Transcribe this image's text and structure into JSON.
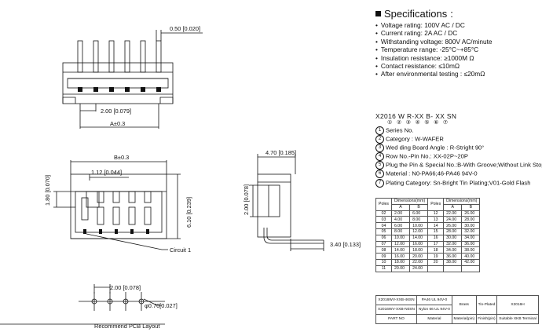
{
  "drawing": {
    "pitch_dim": "0.50 [0.020]",
    "pin_pitch_dim": "2.00 [0.079]",
    "dim_a": "A±0.3",
    "dim_b": "B±0.3",
    "dim_112": "1.12 [0.044]",
    "dim_180": "1.80 [0.070]",
    "dim_610": "6.10 [0.239]",
    "circuit1": "Circuit 1",
    "dim_470": "4.70 [0.185]",
    "dim_200v": "2.00 [0.078]",
    "dim_340": "3.40 [0.133]",
    "pcb_pitch": "2.00 [0.078]",
    "hole_dia": "φ0.70[0.027]",
    "pcb_title": "Recommend PCB Layout"
  },
  "specs": {
    "title": "Specifications",
    "items": [
      "Voltage rating: 100V AC / DC",
      "Current rating: 2A  AC / DC",
      "Withstanding voltage: 800V AC/minute",
      "Temperature range:  -25°C~+85°C",
      "Insulation resistance: ≥1000M Ω",
      "Contact resistance: ≤10mΩ",
      "After environmental testing : ≤20mΩ"
    ]
  },
  "order_code": {
    "code": "X2016 W R-XX B- XX SN",
    "circles": "① ② ③ ④ ⑤ ⑥ ⑦",
    "items": [
      {
        "num": "1",
        "text": "Series No."
      },
      {
        "num": "2",
        "text": "Category : W-WAFER"
      },
      {
        "num": "3",
        "text": "Wed ding Board Angle : R-Stright 90°"
      },
      {
        "num": "4",
        "text": "Row No.-Pin No.: XX-02P~20P"
      },
      {
        "num": "5",
        "text": "Plug the  Pin & Special No.:B-With Groove;Without Link Stopper"
      },
      {
        "num": "6",
        "text": "Material :  N0-PA66;46-PA46  94V-0"
      },
      {
        "num": "7",
        "text": "Plating Category:  Sn-Bright Tin Plating;V01-Gold Flash"
      }
    ]
  },
  "dim_table": {
    "poles_label": "Poles",
    "dims_label": "Dimensions(mm)",
    "col_a": "A",
    "col_b": "B",
    "left": [
      [
        "02",
        "2.00",
        "6.00"
      ],
      [
        "03",
        "4.00",
        "8.00"
      ],
      [
        "04",
        "6.00",
        "10.00"
      ],
      [
        "05",
        "8.00",
        "12.00"
      ],
      [
        "06",
        "10.00",
        "14.00"
      ],
      [
        "07",
        "12.00",
        "16.00"
      ],
      [
        "08",
        "14.00",
        "18.00"
      ],
      [
        "09",
        "16.00",
        "20.00"
      ],
      [
        "10",
        "18.00",
        "22.00"
      ],
      [
        "11",
        "20.00",
        "24.00"
      ]
    ],
    "right": [
      [
        "12",
        "22.00",
        "26.00"
      ],
      [
        "13",
        "24.00",
        "28.00"
      ],
      [
        "14",
        "26.00",
        "30.00"
      ],
      [
        "15",
        "28.00",
        "32.00"
      ],
      [
        "16",
        "30.00",
        "34.00"
      ],
      [
        "17",
        "32.00",
        "36.00"
      ],
      [
        "18",
        "34.00",
        "38.00"
      ],
      [
        "19",
        "36.00",
        "40.00"
      ],
      [
        "20",
        "38.00",
        "42.00"
      ],
      [
        "",
        "",
        ""
      ]
    ]
  },
  "part_table": {
    "part1": "X2016WV-XXB-46SN",
    "mat1": "PA46 UL 94V-0",
    "part2": "X2016WV-XXB-N0SN",
    "mat2": "Nylon  66 UL 94V-0",
    "material": "Brass",
    "finish": "Tin-Plated",
    "terminal": "X2016H",
    "h_part": "PART NO",
    "h_material": "Material",
    "h_pin": "Material(pin)",
    "h_finish": "Finish(pin)",
    "h_term": "Suitable XKB Terminal"
  }
}
